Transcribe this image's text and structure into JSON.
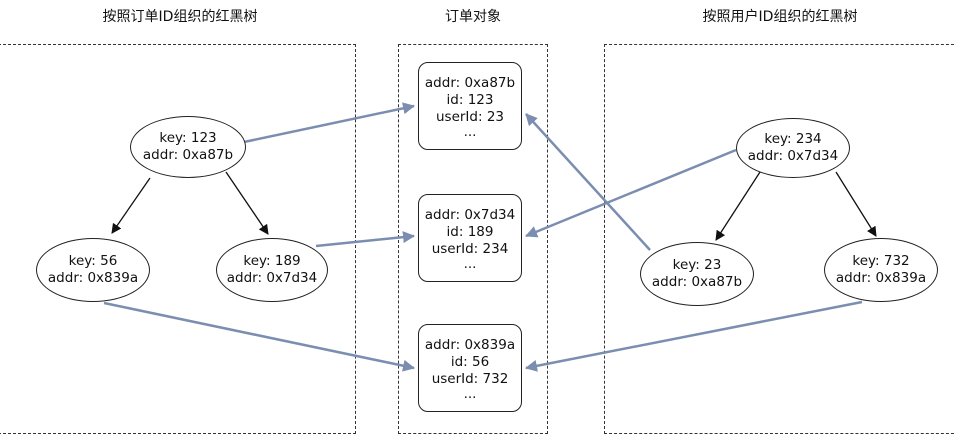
{
  "titles": {
    "left": "按照订单ID组织的红黑树",
    "middle": "订单对象",
    "right": "按照用户ID组织的红黑树"
  },
  "order_tree": {
    "root": {
      "key": "key: 123",
      "addr": "addr: 0xa87b"
    },
    "left": {
      "key": "key: 56",
      "addr": "addr: 0x839a"
    },
    "right": {
      "key": "key: 189",
      "addr": "addr: 0x7d34"
    }
  },
  "user_tree": {
    "root": {
      "key": "key: 234",
      "addr": "addr: 0x7d34"
    },
    "left": {
      "key": "key: 23",
      "addr": "addr: 0xa87b"
    },
    "right": {
      "key": "key: 732",
      "addr": "addr: 0x839a"
    }
  },
  "orders": [
    {
      "addr": "addr: 0xa87b",
      "id": "id: 123",
      "userId": "userId: 23",
      "more": "..."
    },
    {
      "addr": "addr: 0x7d34",
      "id": "id: 189",
      "userId": "userId: 234",
      "more": "..."
    },
    {
      "addr": "addr: 0x839a",
      "id": "id: 56",
      "userId": "userId: 732",
      "more": "..."
    }
  ],
  "colors": {
    "tree_edge": "#111111",
    "pointer_edge": "#7b8db0"
  }
}
